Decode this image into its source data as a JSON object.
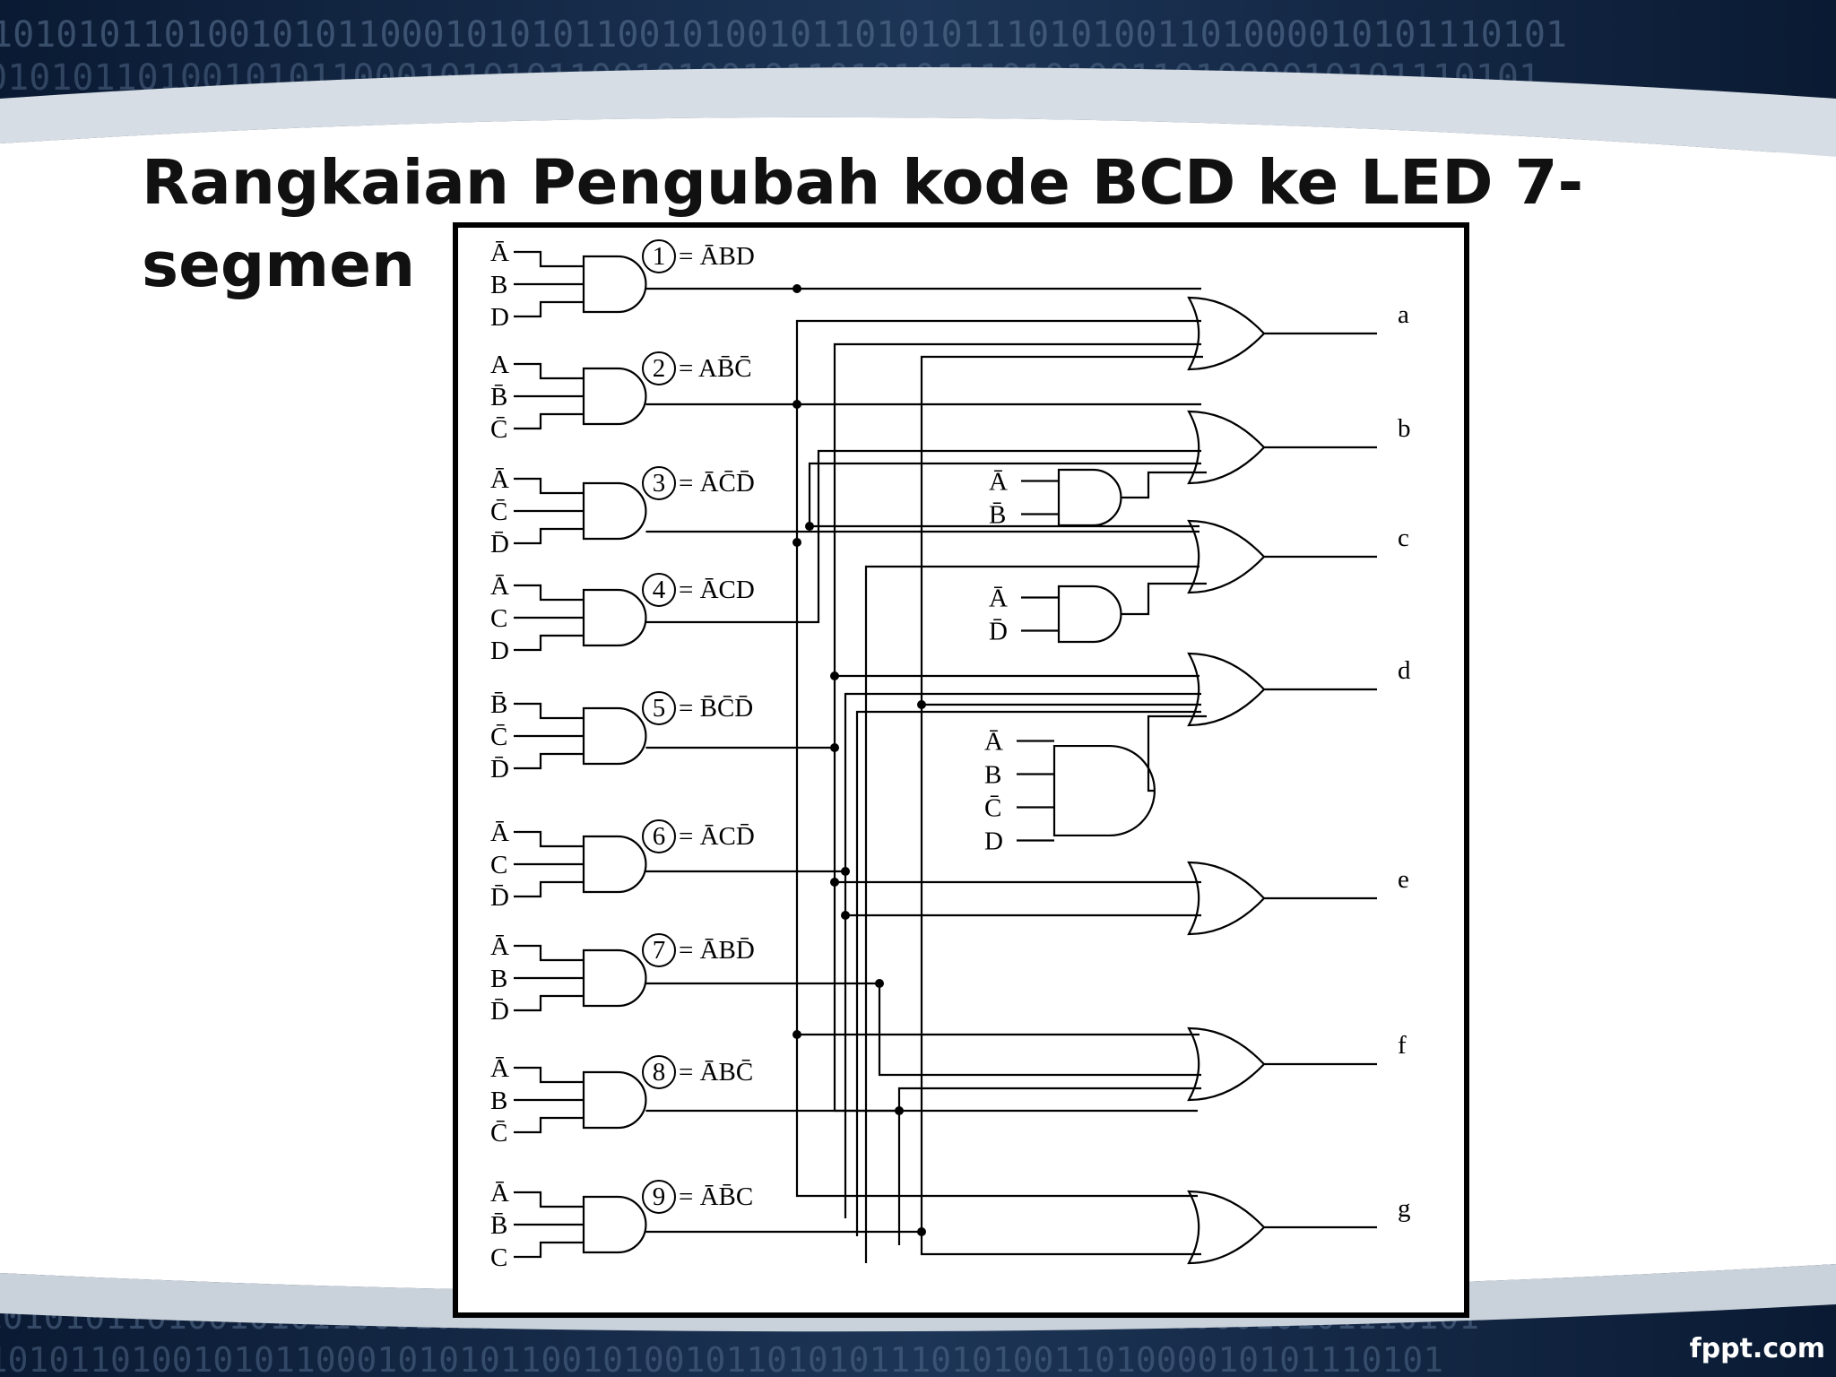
{
  "slide": {
    "title": "Rangkaian Pengubah kode BCD ke LED 7-segmen",
    "footer_brand": "fppt.com",
    "binary_texture": "1010101101001010110001010101100101001011010101110101001101000010101110101"
  },
  "colors": {
    "background_dark": "#0a1a33",
    "banner_silver": "#d6dde4",
    "title_text": "#111111",
    "wire": "#000000"
  },
  "diagram": {
    "and_gates": [
      {
        "num": "1",
        "expr": "ĀBD",
        "inputs": [
          "Ā",
          "B",
          "D"
        ]
      },
      {
        "num": "2",
        "expr": "AB̄C̄",
        "inputs": [
          "A",
          "B̄",
          "C̄"
        ]
      },
      {
        "num": "3",
        "expr": "ĀC̄D̄",
        "inputs": [
          "Ā",
          "C̄",
          "D̄"
        ]
      },
      {
        "num": "4",
        "expr": "ĀCD",
        "inputs": [
          "Ā",
          "C",
          "D"
        ]
      },
      {
        "num": "5",
        "expr": "B̄C̄D̄",
        "inputs": [
          "B̄",
          "C̄",
          "D̄"
        ]
      },
      {
        "num": "6",
        "expr": "ĀCD̄",
        "inputs": [
          "Ā",
          "C",
          "D̄"
        ]
      },
      {
        "num": "7",
        "expr": "ĀBD̄",
        "inputs": [
          "Ā",
          "B",
          "D̄"
        ]
      },
      {
        "num": "8",
        "expr": "ĀBC̄",
        "inputs": [
          "Ā",
          "B",
          "C̄"
        ]
      },
      {
        "num": "9",
        "expr": "ĀB̄C",
        "inputs": [
          "Ā",
          "B̄",
          "C"
        ]
      }
    ],
    "aux_gates": [
      {
        "inputs": [
          "Ā",
          "B̄"
        ]
      },
      {
        "inputs": [
          "Ā",
          "D̄"
        ]
      },
      {
        "inputs": [
          "Ā",
          "B",
          "C̄",
          "D"
        ]
      }
    ],
    "outputs": [
      "a",
      "b",
      "c",
      "d",
      "e",
      "f",
      "g"
    ]
  }
}
